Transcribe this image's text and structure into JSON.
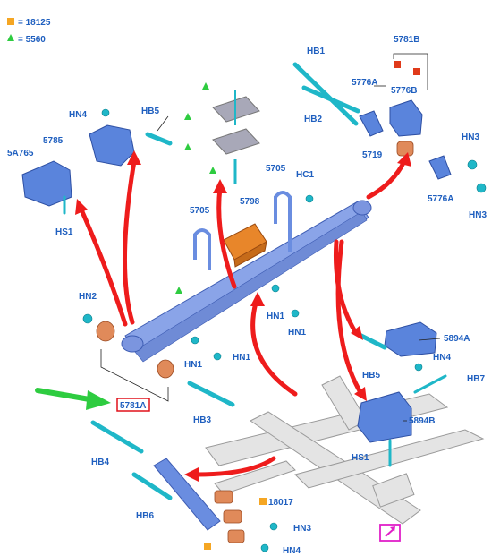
{
  "legend": [
    {
      "marker": "square",
      "color": "#f5a623",
      "text": "= 18125"
    },
    {
      "marker": "triangle",
      "color": "#2ecc40",
      "text": "= 5560"
    }
  ],
  "labels": {
    "hb1": "HB1",
    "hb2": "HB2",
    "n5781b": "5781B",
    "n5776a_top": "5776A",
    "n5776b": "5776B",
    "n5719": "5719",
    "hn3_a": "HN3",
    "n5776a_bottom": "5776A",
    "hn3_b": "HN3",
    "hn4_top": "HN4",
    "hb5_top": "HB5",
    "n5a765": "5A765",
    "n5785": "5785",
    "hs1_left": "HS1",
    "n5705_a": "5705",
    "hc1": "HC1",
    "n5798": "5798",
    "n5705_b": "5705",
    "hn1_a": "HN1",
    "hn1_b": "HN1",
    "hn1_c": "HN1",
    "hn1_d": "HN1",
    "hn2": "HN2",
    "n5781a": "5781A",
    "hb3": "HB3",
    "n5894a": "5894A",
    "hb5_right": "HB5",
    "hn4_right": "HN4",
    "hb7": "HB7",
    "n5894b": "5894B",
    "hs1_right": "HS1",
    "hb4": "HB4",
    "hb6": "HB6",
    "n18017": "18017",
    "hn3_bottom": "HN3",
    "hn4_bottom": "HN4"
  },
  "colors": {
    "label": "#1f5fbf",
    "arrow": "#ee1c1c",
    "highlight_arrow": "#2ecc40",
    "highlight_box": "#e0101a",
    "link_box": "#e020c8",
    "fastener": "#1fb7c8",
    "spring": "#8aa4e8",
    "bushing": "#e08a5a",
    "bracket": "#5a84dc"
  },
  "icons": {
    "external_link": "external-link-icon"
  }
}
